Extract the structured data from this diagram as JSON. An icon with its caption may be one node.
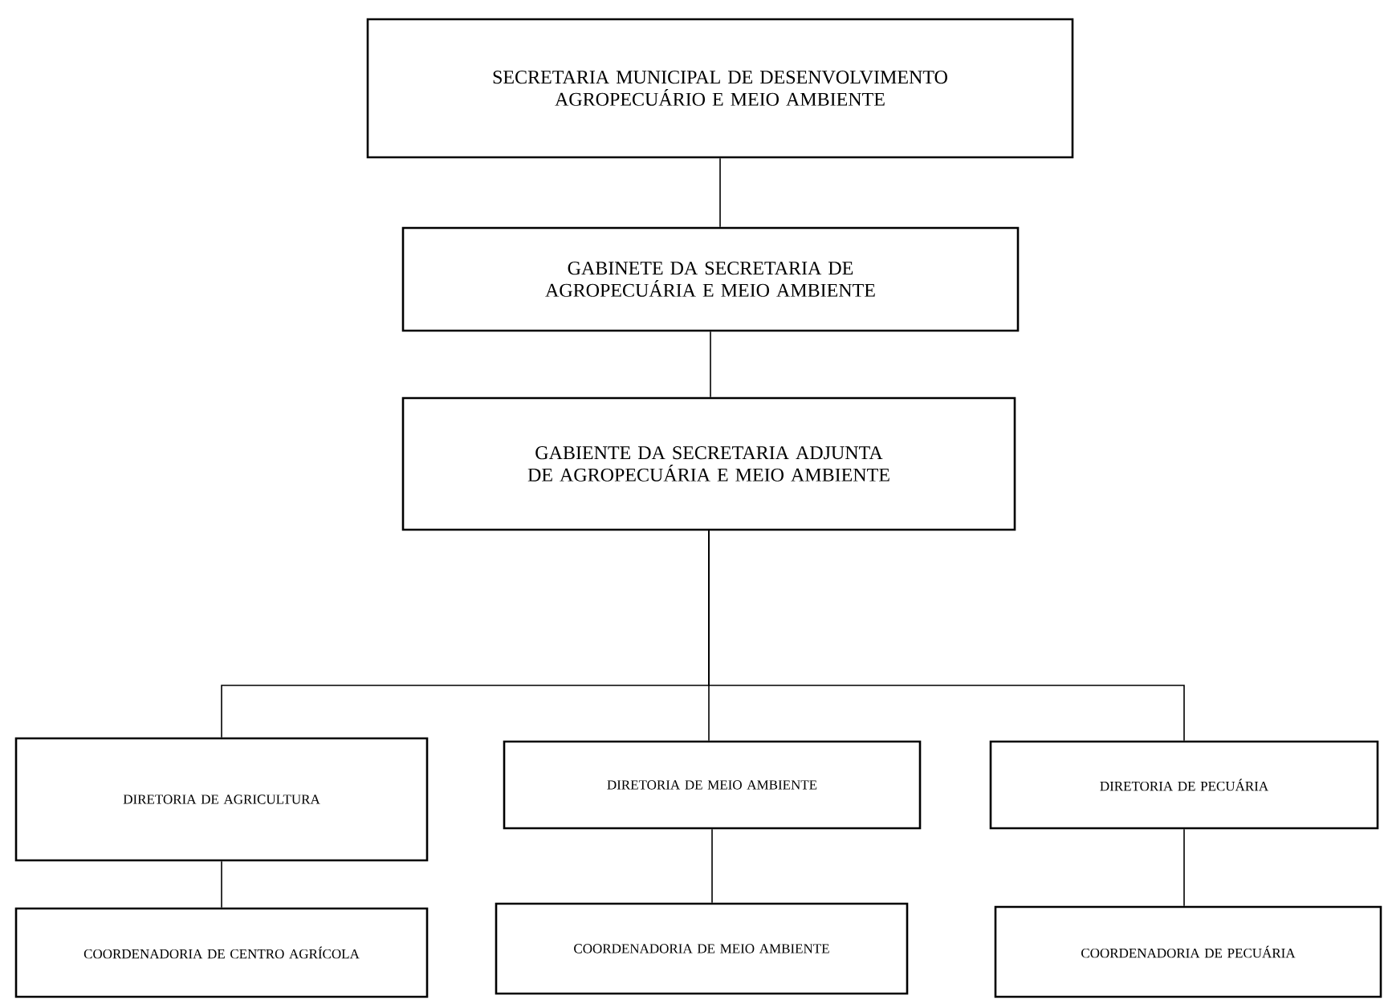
{
  "diagram": {
    "nodes": [
      {
        "text": [
          "SECRETARIA MUNICIPAL DE DESENVOLVIMENTO AGROPECUÁRIO E MEIO AMBIENTE"
        ]
      },
      {
        "text": [
          "GABINETE DA SECRETARIA DE AGROPECUÁRIA E MEIO AMBIENTE"
        ]
      },
      {
        "text": [
          "GABIENTE DA SECRETARIA ADJUNTA DE AGROPECUÁRIA E MEIO AMBIENTE"
        ]
      },
      {
        "text": [
          "DIRETORIA DE AGRICULTURA"
        ]
      },
      {
        "text": [
          "DIRETORIA DE MEIO AMBIENTE"
        ]
      },
      {
        "text": [
          "DIRETORIA DE PECUÁRIA"
        ]
      },
      {
        "text": [
          "COORDENADORIA DE CENTRO AGRÍCOLA"
        ]
      },
      {
        "text": [
          "COORDENADORIA DE MEIO AMBIENTE"
        ]
      },
      {
        "text": [
          "COORDENADORIA DE PECUÁRIA"
        ]
      }
    ],
    "edges": [
      {
        "from": 0,
        "to": 1,
        "arrow": "none"
      },
      {
        "from": 1,
        "to": 2,
        "arrow": "none"
      },
      {
        "from": 2,
        "to": 3,
        "arrow": "none"
      },
      {
        "from": 2,
        "to": 4,
        "arrow": "none"
      },
      {
        "from": 2,
        "to": 5,
        "arrow": "none"
      },
      {
        "from": 3,
        "to": 6,
        "arrow": "none"
      },
      {
        "from": 4,
        "to": 7,
        "arrow": "none"
      },
      {
        "from": 5,
        "to": 8,
        "arrow": "none"
      }
    ]
  }
}
